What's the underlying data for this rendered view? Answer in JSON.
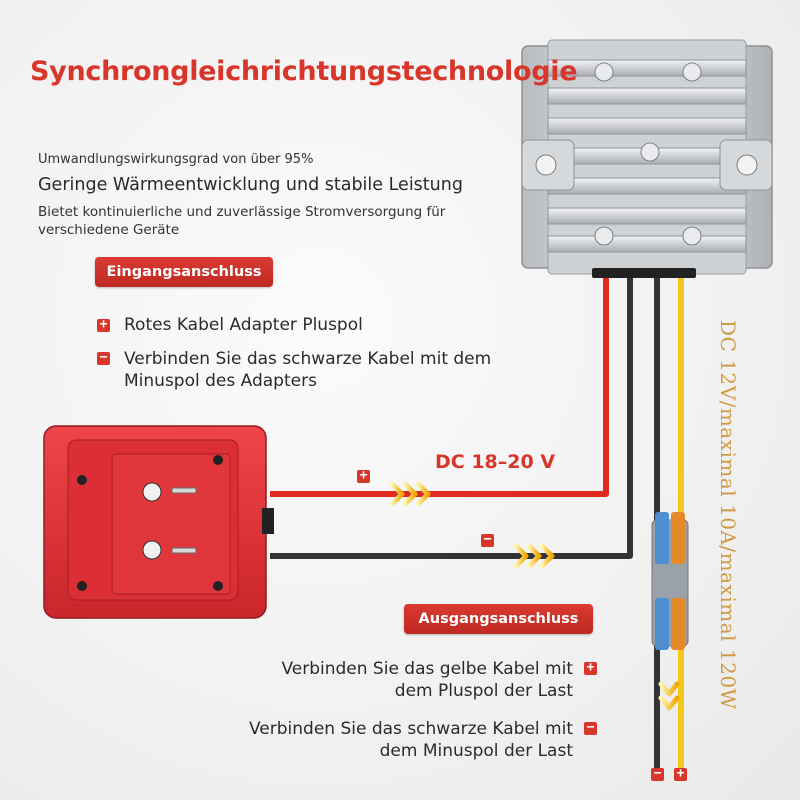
{
  "title": "Synchrongleichrichtungstechnologie",
  "intro": {
    "efficiency": "Umwandlungswirkungsgrad von über 95%",
    "heat": "Geringe Wärmeentwicklung und stabile Leistung",
    "supply": "Bietet kontinuierliche und zuverlässige Stromversorgung für verschiedene Geräte"
  },
  "input_section": {
    "label": "Eingangsanschluss",
    "plus_text": "Rotes Kabel Adapter Pluspol",
    "minus_text": "Verbinden Sie das schwarze Kabel mit dem Minuspol des Adapters"
  },
  "output_section": {
    "label": "Ausgangsanschluss",
    "plus_text": "Verbinden Sie das gelbe Kabel mit dem Pluspol der Last",
    "minus_text": "Verbinden Sie das schwarze Kabel mit dem Minuspol der Last"
  },
  "input_voltage": "DC 18–20 V",
  "output_spec": "DC 12V/maximal 10A/maximal 120W",
  "signs": {
    "plus": "+",
    "minus": "−"
  },
  "colors": {
    "accent": "#d9362b",
    "red_wire": "#e02b22",
    "black_wire": "#333333",
    "yellow_wire": "#f4c81b",
    "spec_text": "#cf9a42",
    "adapter": "#e8333a"
  },
  "icons": [
    "plus-sign-icon",
    "minus-sign-icon",
    "arrow-chevron-icon"
  ]
}
